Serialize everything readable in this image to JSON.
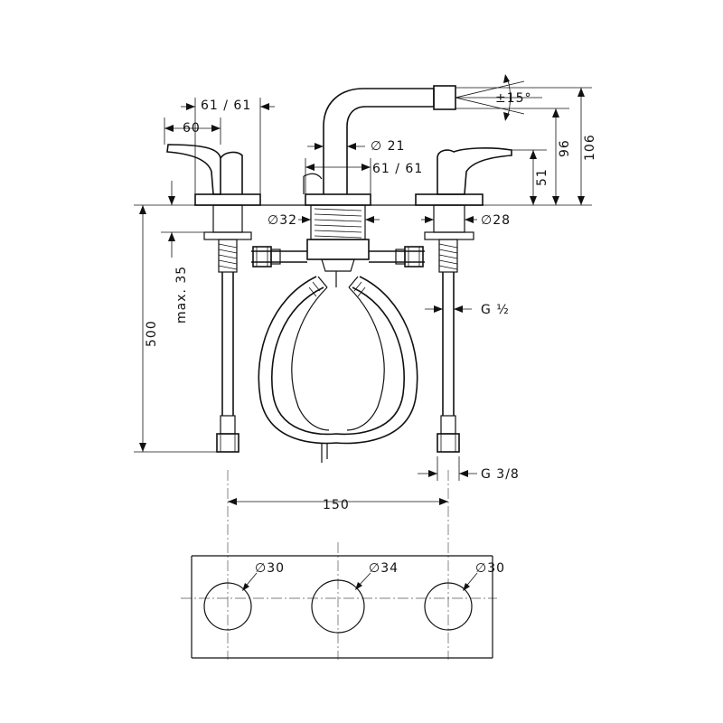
{
  "labels": {
    "offset_61_61_top": "61 / 61",
    "width_60": "60",
    "dia_21": "∅ 21",
    "offset_61_61_mid": "61 / 61",
    "angle_15": "±15°",
    "height_96": "96",
    "height_106": "106",
    "height_51": "51",
    "dia_32": "∅32",
    "dia_28": "∅28",
    "max_35": "max. 35",
    "length_500": "500",
    "thread_g_half": "G ½",
    "thread_g_38": "G 3/8",
    "spacing_150": "150",
    "hole_30_left": "∅30",
    "hole_34": "∅34",
    "hole_30_right": "∅30"
  }
}
